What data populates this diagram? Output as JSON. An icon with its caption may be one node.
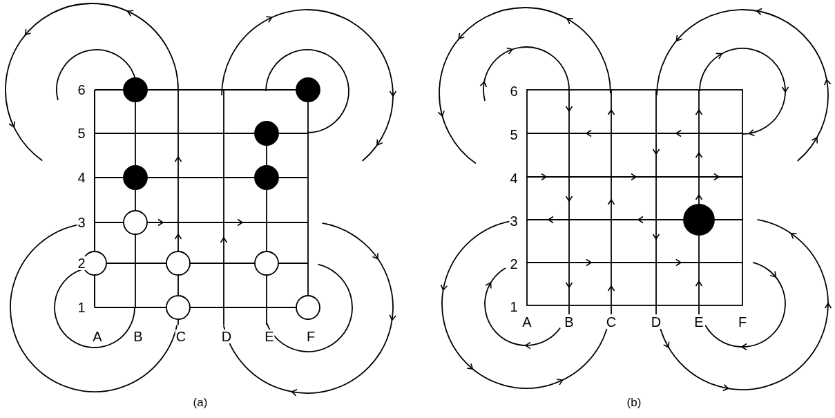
{
  "diagram": {
    "labels": [
      "6",
      "5",
      "4",
      "3",
      "2",
      "1",
      "A",
      "B",
      "C",
      "D",
      "E",
      "F",
      "(a)",
      "6",
      "5",
      "4",
      "3",
      "2",
      "1",
      "A",
      "B",
      "C",
      "D",
      "E",
      "F",
      "(b)"
    ]
  }
}
